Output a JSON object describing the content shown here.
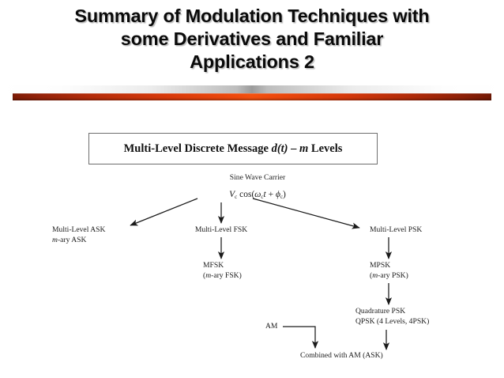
{
  "slide": {
    "title": "Summary of Modulation Techniques with\nsome Derivatives and Familiar\nApplications 2",
    "accent_color": "#f04a0d",
    "accent_dark_color": "#7d1c06",
    "title_color": "#0a0a0a"
  },
  "diagram": {
    "message_box": {
      "prefix": "Multi-Level Discrete Message ",
      "symbol_d": "d(t)",
      "middle": " – ",
      "symbol_m": "m",
      "suffix": " Levels"
    },
    "carrier": {
      "title": "Sine Wave Carrier",
      "formula_v": "V",
      "formula_v_sub": "c",
      "formula_cos": " cos(",
      "formula_omega": "ω",
      "formula_omega_sub": "c",
      "formula_t": "t",
      "formula_plus": " + ",
      "formula_phi": "ϕ",
      "formula_phi_sub": "c",
      "formula_close": ")"
    },
    "branches": {
      "ask": {
        "line1": "Multi-Level ASK",
        "line2_italic": "m",
        "line2_rest": "-ary ASK"
      },
      "fsk": {
        "line1": "Multi-Level FSK"
      },
      "psk": {
        "line1": "Multi-Level PSK"
      },
      "mfsk": {
        "line1": "MFSK",
        "line2_open": "(",
        "line2_italic": "m",
        "line2_rest": "-ary FSK)"
      },
      "mpsk": {
        "line1": "MPSK",
        "line2_open": "(",
        "line2_italic": "m",
        "line2_rest": "-ary PSK)"
      },
      "qpsk": {
        "line1": "Quadrature PSK",
        "line2": "QPSK (4 Levels, 4PSK)"
      },
      "am": {
        "label": "AM"
      },
      "combined": {
        "label": "Combined with AM (ASK)"
      }
    }
  }
}
